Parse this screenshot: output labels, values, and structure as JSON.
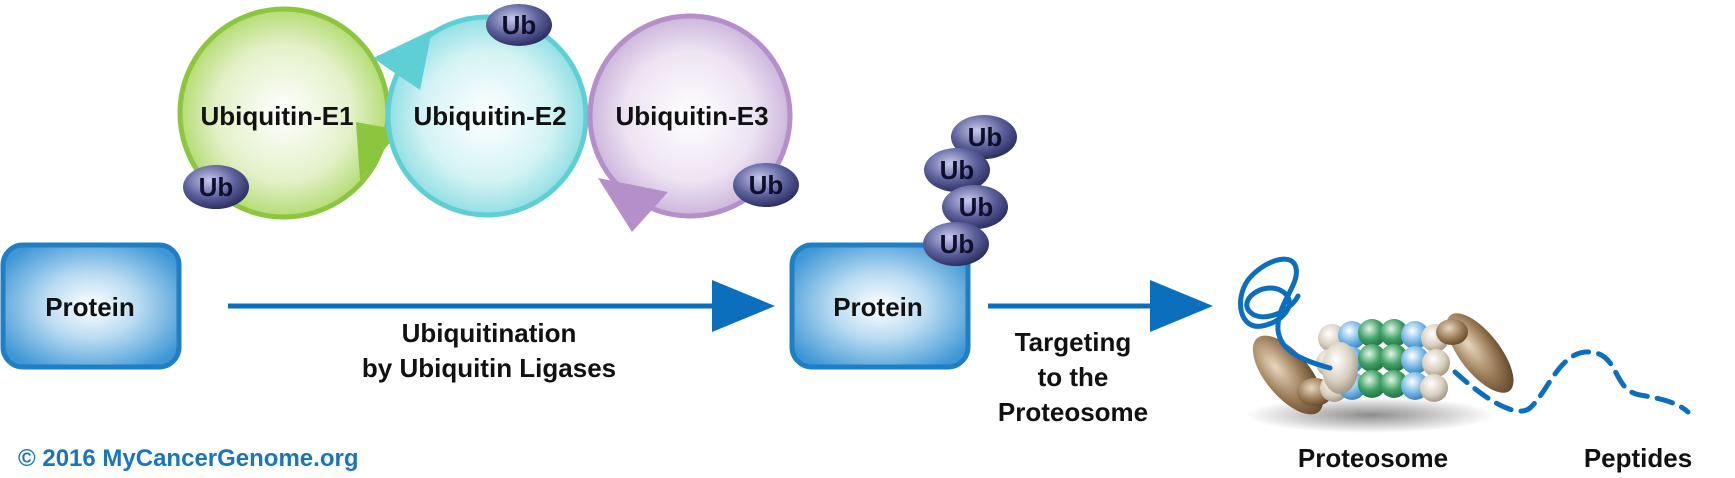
{
  "enzymes": {
    "e1": "Ubiquitin-E1",
    "e2": "Ubiquitin-E2",
    "e3": "Ubiquitin-E3"
  },
  "ub_label": "Ub",
  "protein_label": "Protein",
  "step1": {
    "line1": "Ubiquitination",
    "line2": "by Ubiquitin Ligases"
  },
  "step2": {
    "line1": "Targeting",
    "line2": "to the",
    "line3": "Proteosome"
  },
  "proteosome_label": "Proteosome",
  "peptides_label": "Peptides",
  "copyright": "© 2016 MyCancerGenome.org",
  "colors": {
    "arrow": "#0b6fbd",
    "protein_fill": "#2d8fd3",
    "e1": "#8cc63f",
    "e2": "#5fcfd6",
    "e3": "#b48fc9",
    "ub": "#3b3f7a",
    "copyright": "#1b75bb"
  }
}
